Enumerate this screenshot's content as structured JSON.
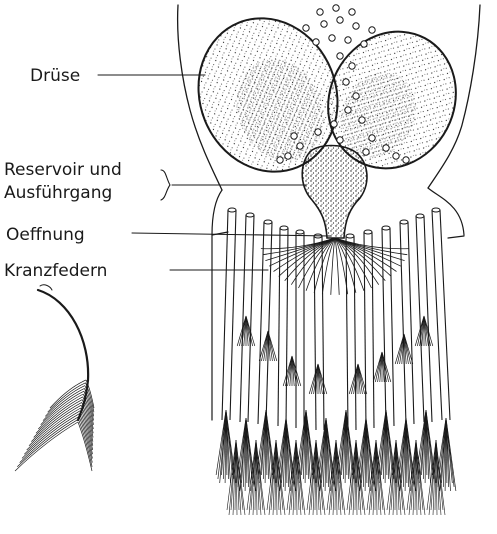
{
  "labels": {
    "druese": "Drüse",
    "reservoir_line1": "Reservoir und",
    "reservoir_line2": "Ausführgang",
    "oeffnung": "Oeffnung",
    "kranzfedern": "Kranzfedern"
  },
  "colors": {
    "ink": "#1a1a1a",
    "paper": "#ffffff"
  }
}
